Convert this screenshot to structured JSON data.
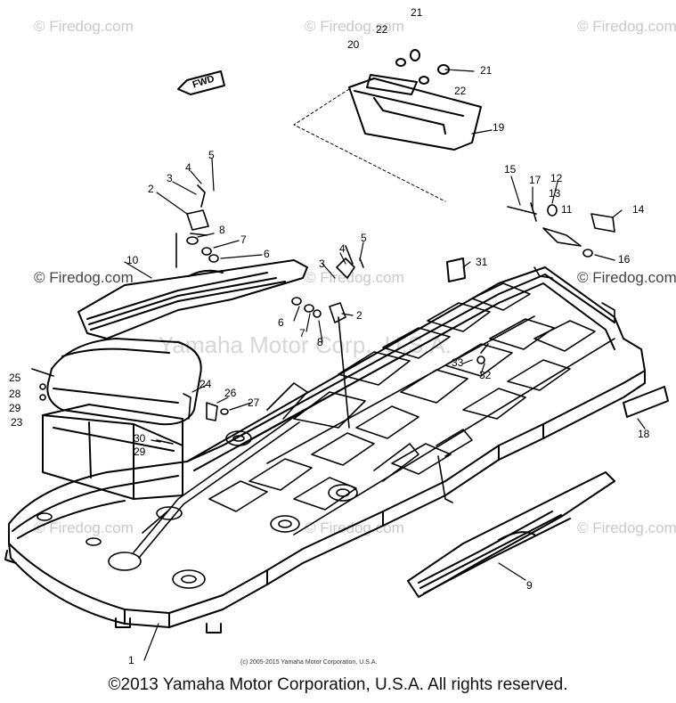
{
  "watermarks": {
    "wm_top_left": "© Firedog.com",
    "wm_top_center": "© Firedog.com",
    "wm_top_right": "© Firedog.com",
    "wm_mid_left": "© Firedog.com",
    "wm_mid_center": "© Firedog.com",
    "wm_mid_right": "© Firedog.com",
    "wm_low_left": "© Firedog.com",
    "wm_low_center": "© Firedog.com",
    "wm_low_right": "© Firedog.com",
    "wm_yamaha": "Yamaha Motor Corp., U.S.A."
  },
  "fwd_label": "FWD",
  "callouts": {
    "c1": "1",
    "c2a": "2",
    "c2b": "2",
    "c3a": "3",
    "c3b": "3",
    "c4a": "4",
    "c4b": "4",
    "c5a": "5",
    "c5b": "5",
    "c6a": "6",
    "c6b": "6",
    "c7a": "7",
    "c7b": "7",
    "c8a": "8",
    "c8b": "8",
    "c9": "9",
    "c10": "10",
    "c11": "11",
    "c12": "12",
    "c13": "13",
    "c14": "14",
    "c15": "15",
    "c16": "16",
    "c17": "17",
    "c18": "18",
    "c19": "19",
    "c20": "20",
    "c21a": "21",
    "c21b": "21",
    "c22a": "22",
    "c22b": "22",
    "c23": "23",
    "c24": "24",
    "c25": "25",
    "c26": "26",
    "c27": "27",
    "c28": "28",
    "c29a": "29",
    "c29b": "29",
    "c30": "30",
    "c31": "31",
    "c32": "32",
    "c33": "33"
  },
  "small_copyright": "(c) 2005-2015 Yamaha Motor Corporation, U.S.A.",
  "footer_copyright": "©2013 Yamaha Motor Corporation, U.S.A. All rights reserved."
}
